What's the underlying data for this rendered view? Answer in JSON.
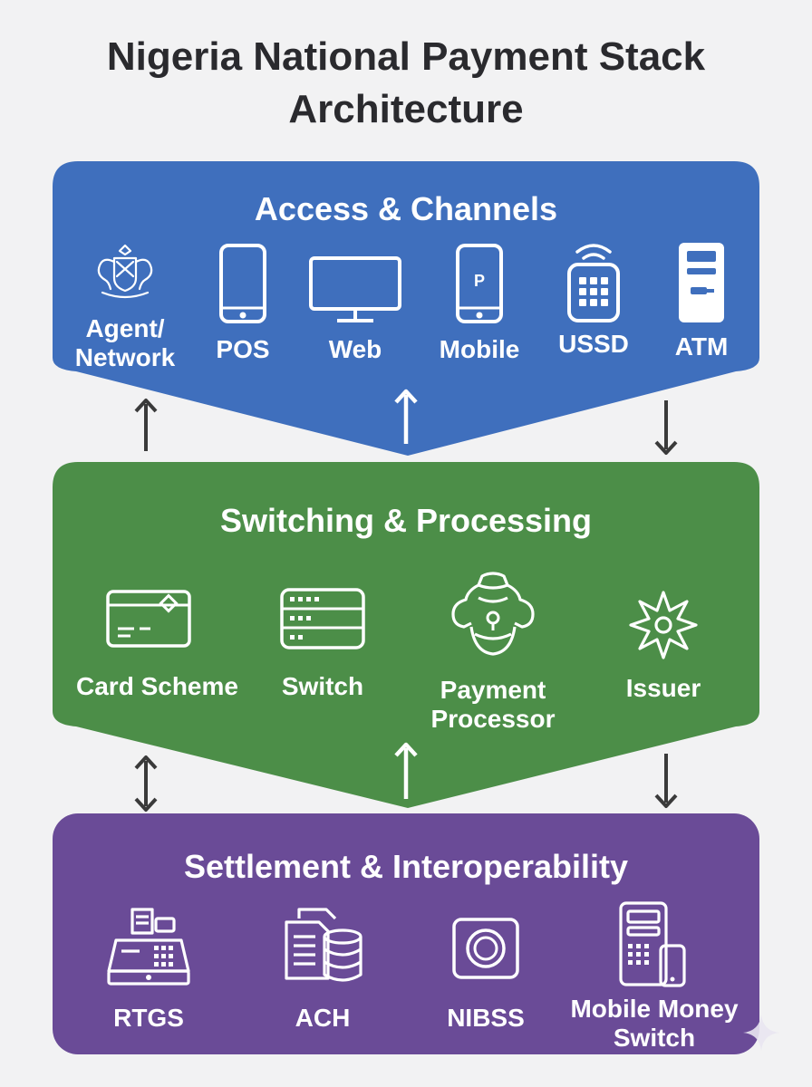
{
  "title": {
    "line1": "Nigeria National Payment Stack",
    "line2": "Architecture"
  },
  "colors": {
    "access": "#3f6fbd",
    "switching": "#4c8e48",
    "settlement": "#6a4b97",
    "arrow": "#3a3a3a",
    "background": "#f2f2f3"
  },
  "layers": [
    {
      "title": "Access & Channels",
      "items": [
        {
          "label": "Agent/ Network",
          "icon": "coat-of-arms-icon"
        },
        {
          "label": "POS",
          "icon": "smartphone-icon"
        },
        {
          "label": "Web",
          "icon": "monitor-icon"
        },
        {
          "label": "Mobile",
          "icon": "mobile-p-icon"
        },
        {
          "label": "USSD",
          "icon": "keypad-wifi-icon"
        },
        {
          "label": "ATM",
          "icon": "atm-icon"
        }
      ]
    },
    {
      "title": "Switching & Processing",
      "items": [
        {
          "label": "Card Scheme",
          "icon": "card-icon"
        },
        {
          "label": "Switch",
          "icon": "server-icon"
        },
        {
          "label": "Payment Processor",
          "icon": "processor-icon"
        },
        {
          "label": "Issuer",
          "icon": "star-gear-icon"
        }
      ]
    },
    {
      "title": "Settlement & Interoperability",
      "items": [
        {
          "label": "RTGS",
          "icon": "cash-register-icon"
        },
        {
          "label": "ACH",
          "icon": "documents-database-icon"
        },
        {
          "label": "NIBSS",
          "icon": "ring-icon"
        },
        {
          "label": "Mobile Money Switch",
          "icon": "pos-phone-icon"
        }
      ]
    }
  ],
  "connectors": [
    {
      "between": "access-switching",
      "side": "left",
      "direction": "up"
    },
    {
      "between": "access-switching",
      "side": "center",
      "direction": "up"
    },
    {
      "between": "access-switching",
      "side": "right",
      "direction": "down"
    },
    {
      "between": "switching-settlement",
      "side": "left",
      "direction": "both"
    },
    {
      "between": "switching-settlement",
      "side": "center",
      "direction": "up"
    },
    {
      "between": "switching-settlement",
      "side": "right",
      "direction": "down"
    }
  ]
}
